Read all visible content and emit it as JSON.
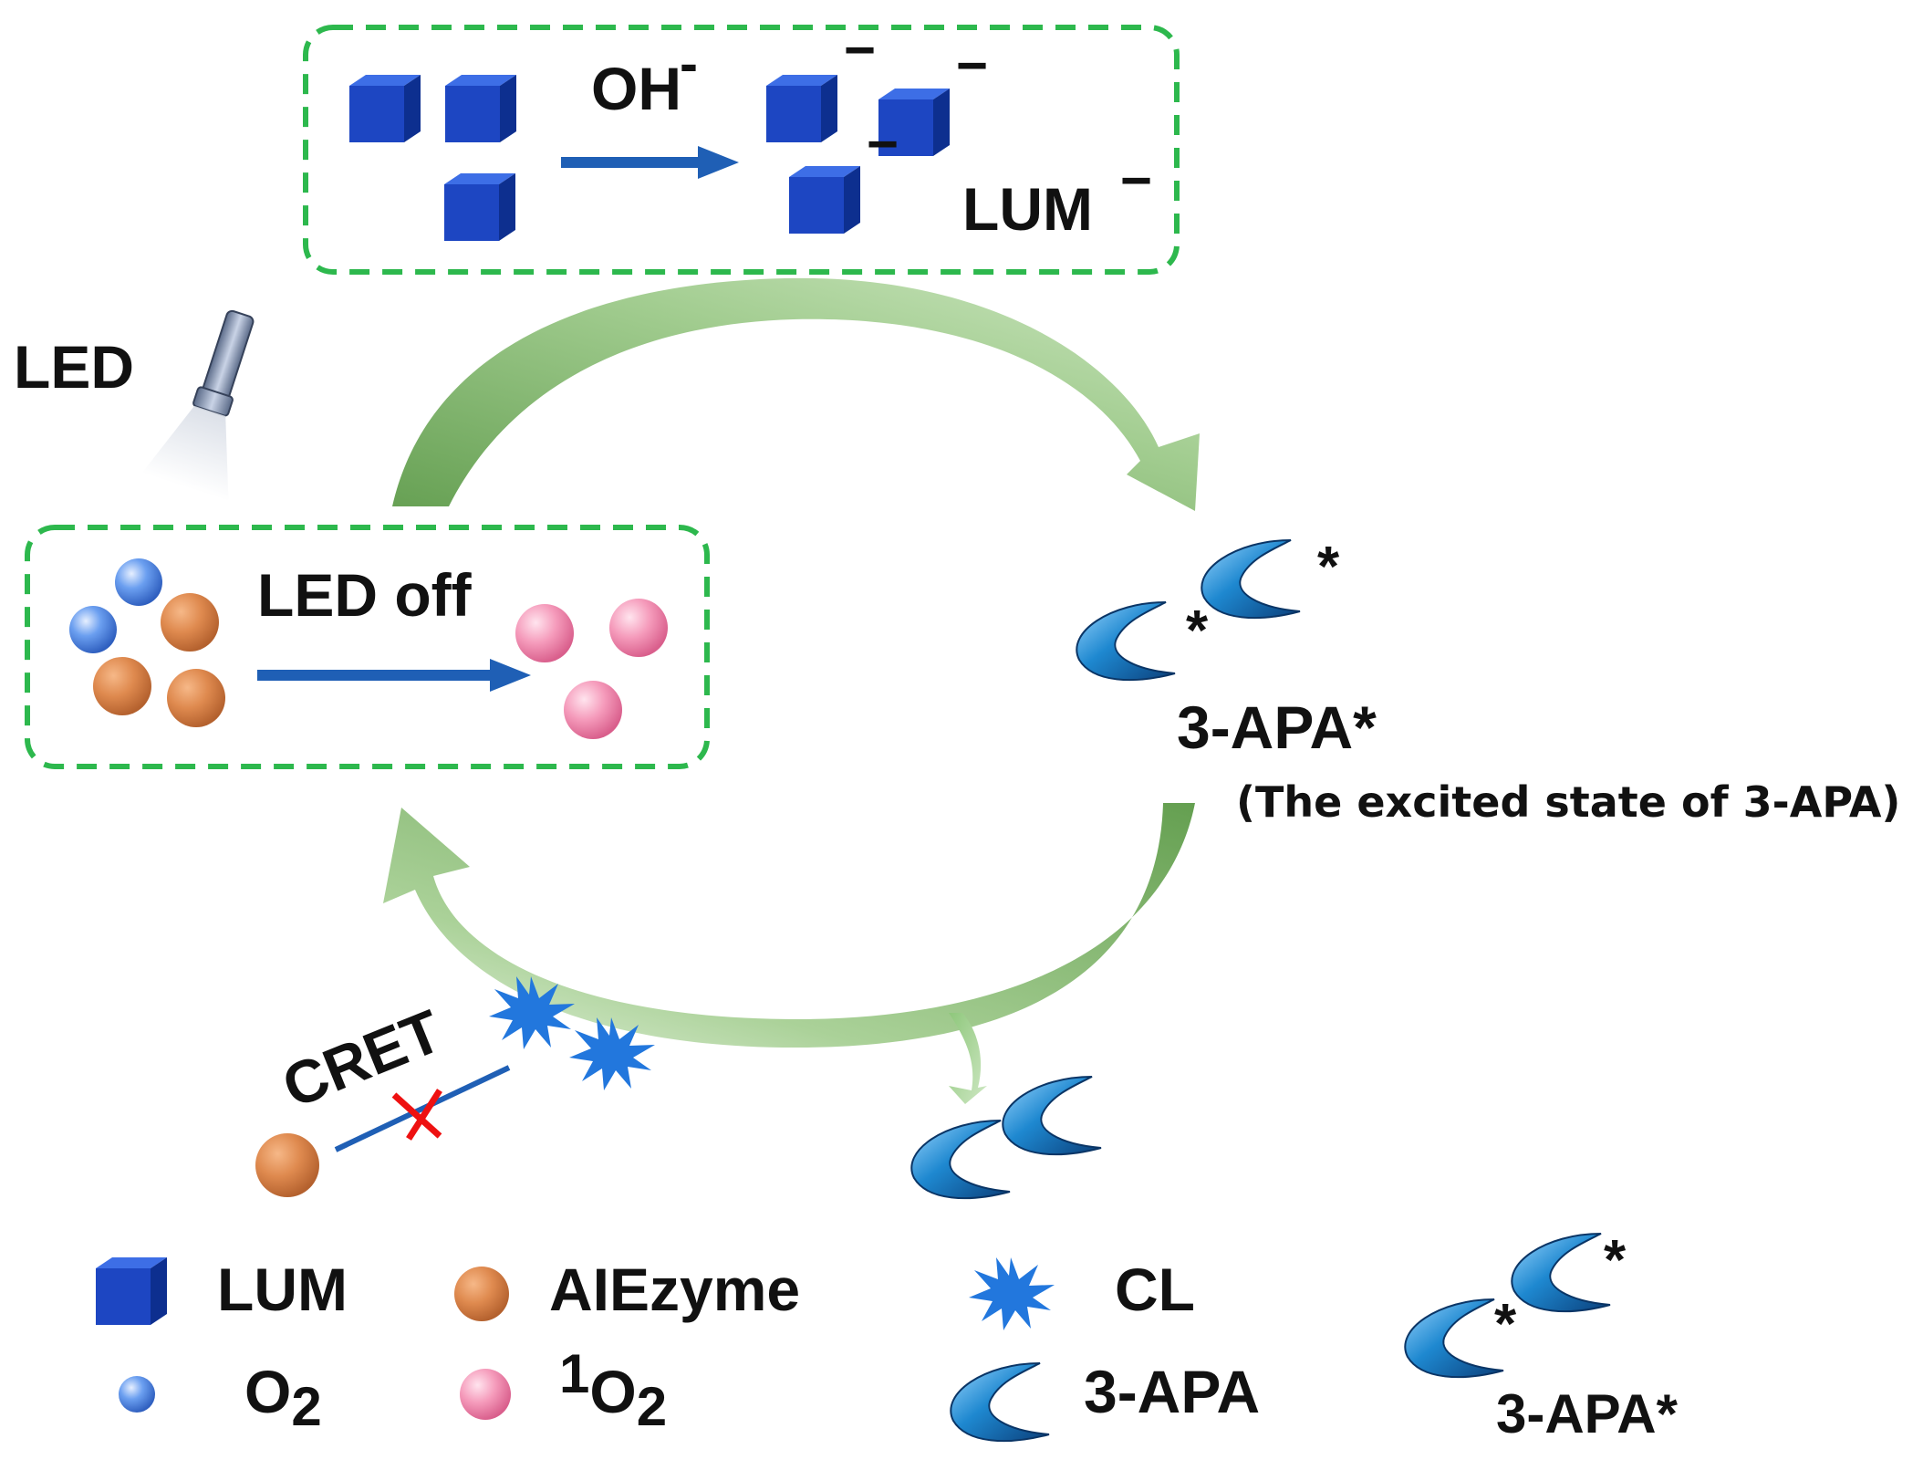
{
  "top_box": {
    "reagent": "OH",
    "reagent_sup": "-",
    "product_label": "LUM",
    "product_sup": "−"
  },
  "left_box": {
    "led_label": "LED",
    "arrow_label": "LED off"
  },
  "excited": {
    "label": "3-APA*",
    "note": "(The excited state of 3-APA)"
  },
  "cret": {
    "label": "CRET"
  },
  "legend": {
    "lum": "LUM",
    "aiezyme": "AIEzyme",
    "cl": "CL",
    "o2": "O",
    "o2_sub": "2",
    "singlet_sup": "1",
    "singlet": "O",
    "singlet_sub": "2",
    "apa": "3-APA",
    "apa_star": "3-APA*"
  },
  "colors": {
    "cube": "#1a3fb0",
    "box_border": "#2db84d",
    "cycle_arrow": "#8cc47a",
    "arrow_blue": "#1f5fb5",
    "aiezyme": "#d9824a",
    "o2": "#4d84dc",
    "singlet_o2": "#ee86ac",
    "star": "#ee1111"
  },
  "icons": [
    "cube-icon",
    "sphere-icon",
    "crescent-icon",
    "starburst-icon",
    "flashlight-icon",
    "cross-mark-icon"
  ]
}
